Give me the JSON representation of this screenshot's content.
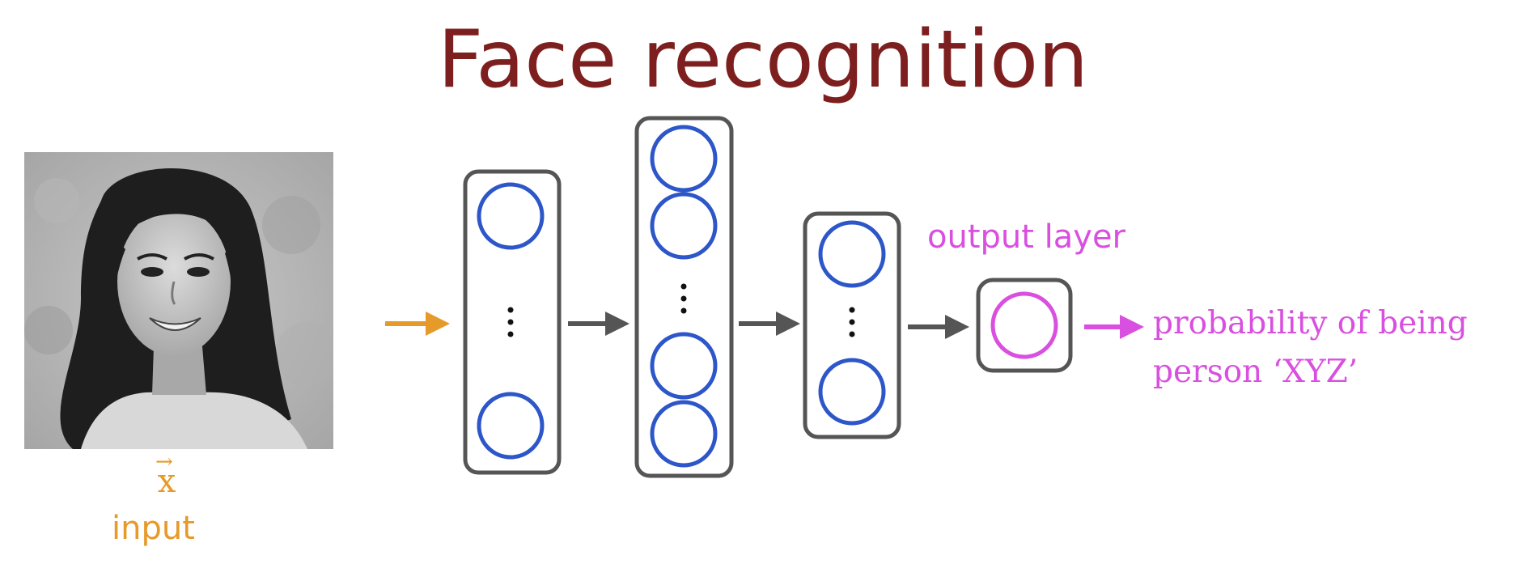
{
  "title": "Face recognition",
  "input": {
    "symbol": "x",
    "label": "input"
  },
  "output_layer_label": "output layer",
  "output_text": {
    "line1": "probability of being",
    "line2": "person ‘XYZ’"
  },
  "colors": {
    "title": "#7d1f1f",
    "input": "#e69a2a",
    "output": "#d94fe0",
    "neuron": "#2d56c9",
    "box": "#555555",
    "arrow": "#555555"
  },
  "icons": {
    "photo": "face-photo",
    "arrow": "arrow-right-icon"
  }
}
